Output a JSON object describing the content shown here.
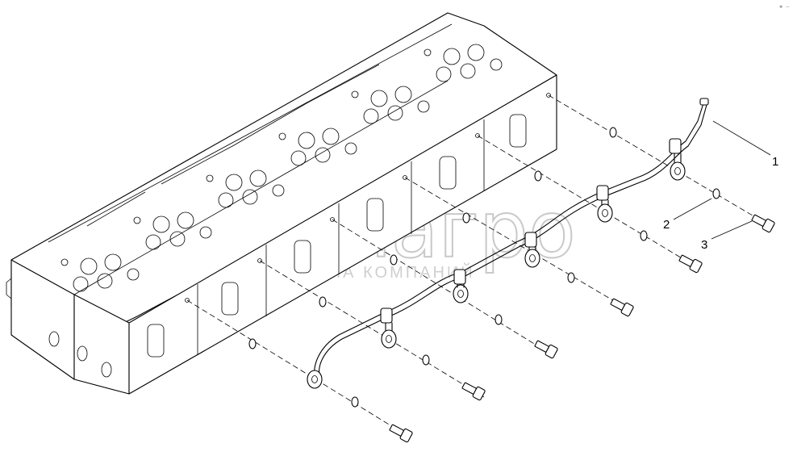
{
  "watermark": {
    "brand": "белагро",
    "subtitle": "ГРУППА КОМПАНИЙ"
  },
  "callouts": [
    {
      "number": "1",
      "part": "fuel-return-line"
    },
    {
      "number": "2",
      "part": "sealing-washer"
    },
    {
      "number": "3",
      "part": "banjo-bolt"
    }
  ],
  "corner_mark": "▪ ‒"
}
